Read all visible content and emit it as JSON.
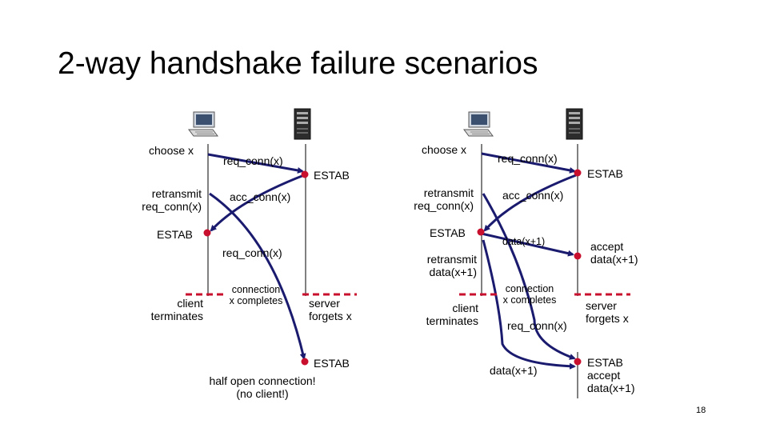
{
  "title": "2-way handshake failure scenarios",
  "colors": {
    "arrow": "#1a1a6e",
    "dot": "#c8102e",
    "dash": "#c8102e"
  },
  "icons": {
    "client": "computer-icon",
    "server": "server-icon"
  },
  "left": {
    "choose_x": "choose x",
    "req_conn_1": "req_conn(x)",
    "estab_server_1": "ESTAB",
    "retransmit_line1": "retransmit",
    "retransmit_line2": "req_conn(x)",
    "acc_conn": "acc_conn(x)",
    "estab_client": "ESTAB",
    "req_conn_2": "req_conn(x)",
    "connection_line1": "connection",
    "connection_line2": "x completes",
    "client_term_line1": "client",
    "client_term_line2": "terminates",
    "server_forgets_line1": "server",
    "server_forgets_line2": "forgets x",
    "estab_server_2": "ESTAB",
    "half_open_line1": "half open connection!",
    "half_open_line2": "(no client!)"
  },
  "right": {
    "choose_x": "choose x",
    "req_conn_1": "req_conn(x)",
    "estab_server": "ESTAB",
    "retransmit_line1": "retransmit",
    "retransmit_line2": "req_conn(x)",
    "acc_conn": "acc_conn(x)",
    "estab_client": "ESTAB",
    "data_1": "data(x+1)",
    "accept_line1": "accept",
    "accept_line2": "data(x+1)",
    "retransmit_data_line1": "retransmit",
    "retransmit_data_line2": "data(x+1)",
    "connection_line1": "connection",
    "connection_line2": "x completes",
    "client_term_line1": "client",
    "client_term_line2": "terminates",
    "server_forgets_line1": "server",
    "server_forgets_line2": "forgets x",
    "req_conn_2": "req_conn(x)",
    "data_2": "data(x+1)",
    "estab_final": "ESTAB",
    "accept2_line1": "accept",
    "accept2_line2": "data(x+1)"
  },
  "page_number": "18"
}
